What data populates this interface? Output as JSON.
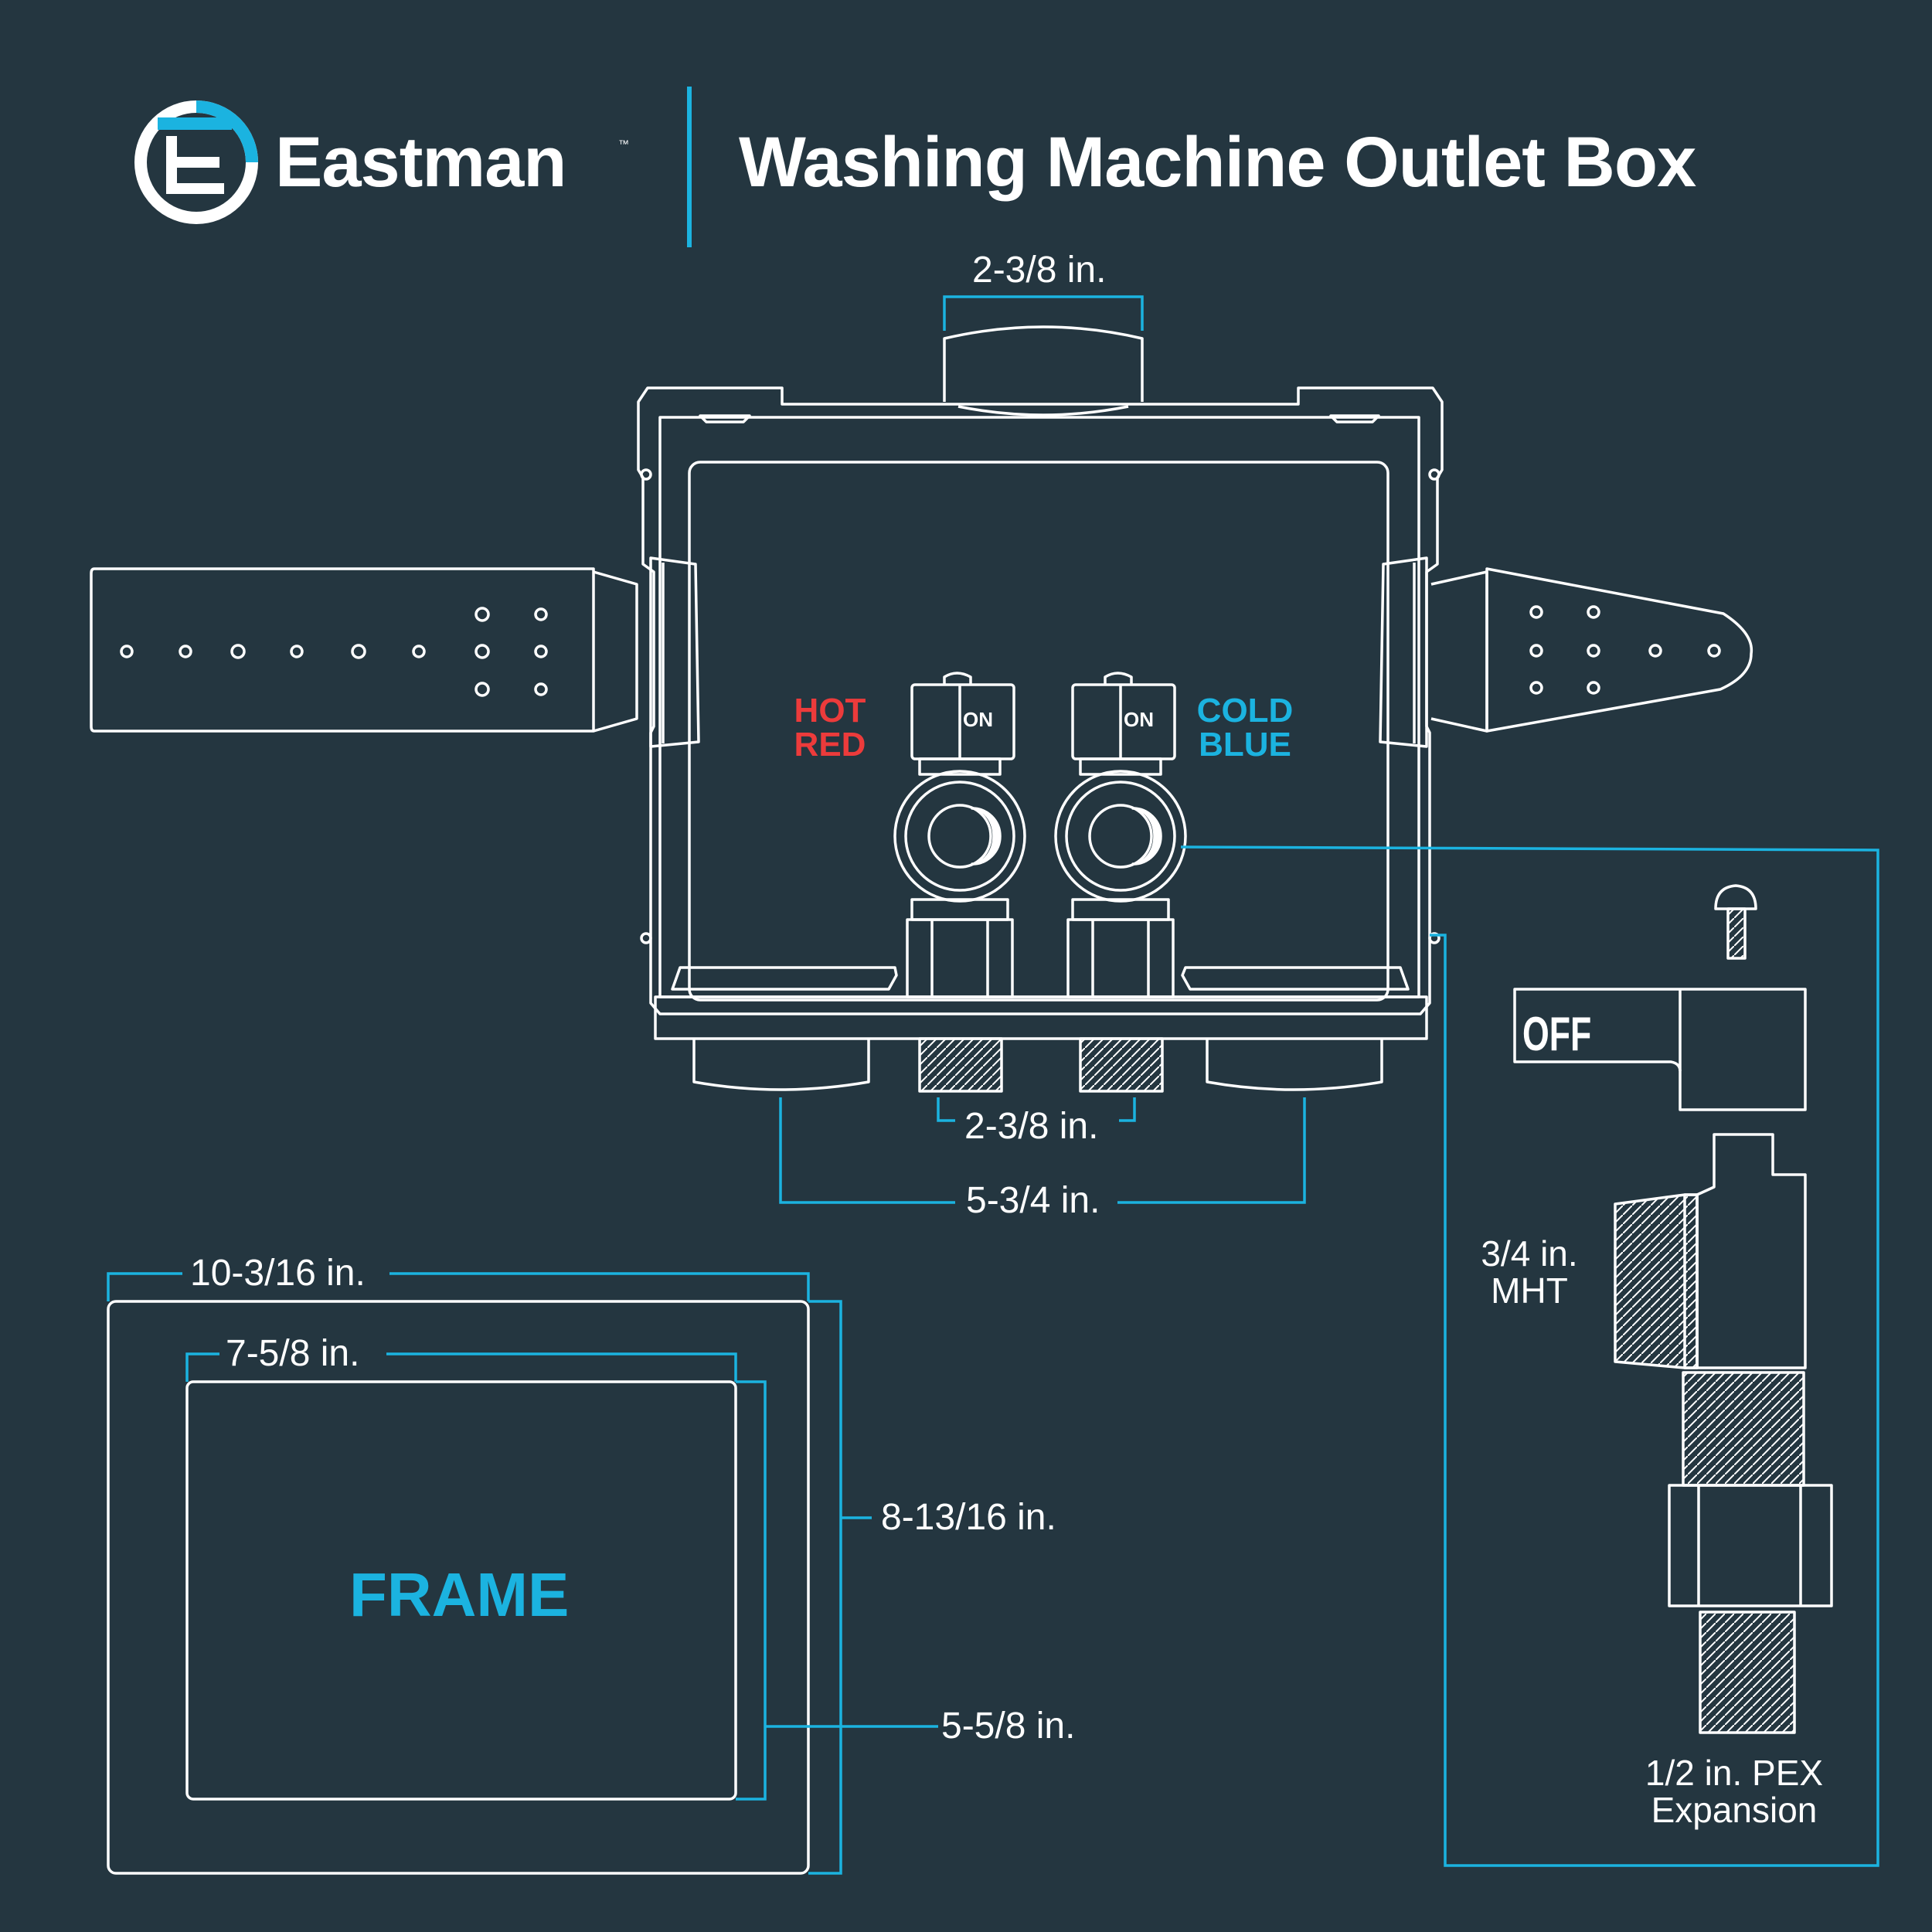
{
  "brand": {
    "name": "Eastman",
    "trademark": "™",
    "accent": "#1bb3e0"
  },
  "title": "Washing Machine Outlet Box",
  "colors": {
    "background": "#243640",
    "line": "#ffffff",
    "dimension": "#1bb3e0",
    "hot": "#ec3b3b",
    "cold": "#1bb3e0"
  },
  "outlet_box": {
    "top_width": "2-3/8 in.",
    "valve_spacing": "2-3/8 in.",
    "drain_spacing": "5-3/4 in.",
    "hot_label": "HOT",
    "hot_color_label": "RED",
    "cold_label": "COLD",
    "cold_color_label": "BLUE",
    "valve_on_text": "ON"
  },
  "frame": {
    "label": "FRAME",
    "outer_width": "10-3/16 in.",
    "inner_width": "7-5/8 in.",
    "outer_height": "8-13/16 in.",
    "inner_height": "5-5/8 in."
  },
  "valve_detail": {
    "handle_text": "OFF",
    "mht_label": "3/4 in. MHT",
    "pex_label": "1/2 in. PEX Expansion"
  }
}
